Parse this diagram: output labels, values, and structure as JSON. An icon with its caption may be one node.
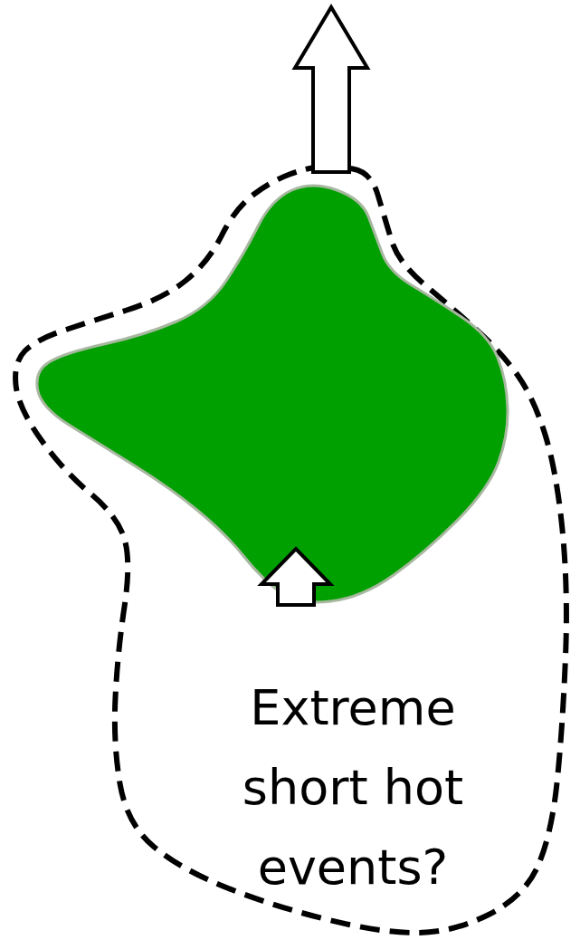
{
  "diagram": {
    "nodes": [
      {
        "text": [
          "Extreme short hot events?"
        ]
      },
      {
        "text": [],
        "shape": "blob",
        "in": 0
      }
    ],
    "edges": [
      {
        "from": 0,
        "to": null,
        "arrow": "to"
      },
      {
        "from": 1,
        "to": null,
        "arrow": "to"
      }
    ]
  }
}
